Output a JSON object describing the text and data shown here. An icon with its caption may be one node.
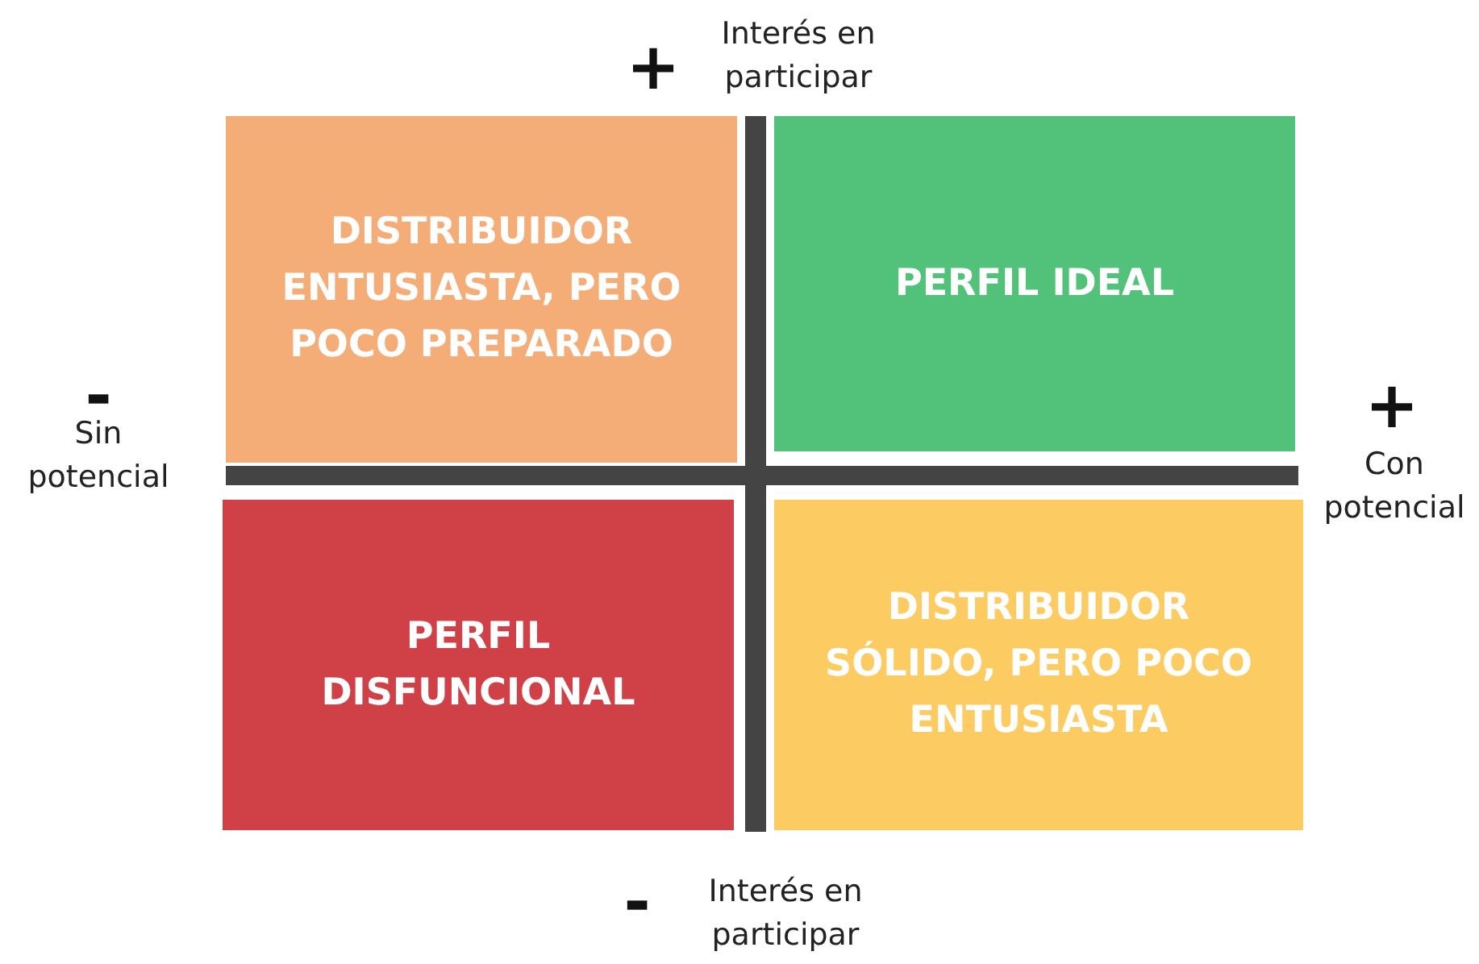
{
  "diagram": {
    "nodes": [
      {
        "text": [
          "DISTRIBUIDOR ENTUSIASTA, PERO POCO PREPARADO"
        ]
      },
      {
        "text": [
          "PERFIL IDEAL"
        ]
      },
      {
        "text": [
          "PERFIL DISFUNCIONAL"
        ]
      },
      {
        "text": [
          "DISTRIBUIDOR SÓLIDO, PERO POCO ENTUSIASTA"
        ]
      }
    ],
    "edges": [],
    "labels": [
      "+",
      "Interés en participar",
      "-",
      "Sin potencial",
      "+",
      "Con potencial",
      "-",
      "Interés en participar"
    ]
  }
}
